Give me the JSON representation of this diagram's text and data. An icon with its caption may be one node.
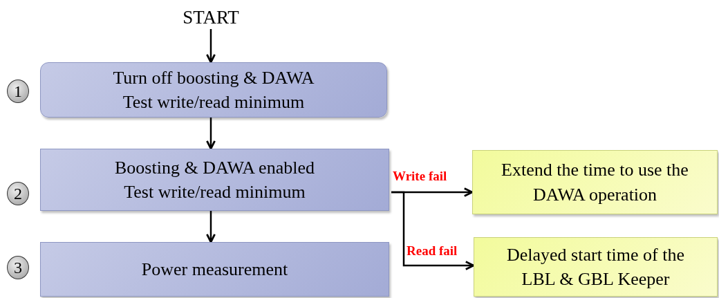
{
  "diagram": {
    "nodes": [
      {
        "text": [
          "START"
        ]
      },
      {
        "text": [
          "1"
        ]
      },
      {
        "text": [
          "Turn off boosting & DAWA Test write/read minimum"
        ]
      },
      {
        "text": [
          "2"
        ]
      },
      {
        "text": [
          "Boosting & DAWA enabled Test write/read minimum"
        ]
      },
      {
        "text": [
          "Extend the time to use the DAWA operation"
        ]
      },
      {
        "text": [
          "Delayed start time of the LBL & GBL Keeper"
        ]
      },
      {
        "text": [
          "3"
        ]
      },
      {
        "text": [
          "Power measurement"
        ]
      }
    ],
    "edges": [
      {
        "from": 0,
        "to": 2,
        "arrow": "to"
      },
      {
        "from": 2,
        "to": 4,
        "arrow": "to"
      },
      {
        "from": 4,
        "to": 8,
        "arrow": "to"
      },
      {
        "from": 4,
        "to": 5,
        "arrow": "to",
        "label": "Write fail"
      },
      {
        "from": 4,
        "to": 6,
        "arrow": "to",
        "label": "Read fail"
      }
    ]
  }
}
